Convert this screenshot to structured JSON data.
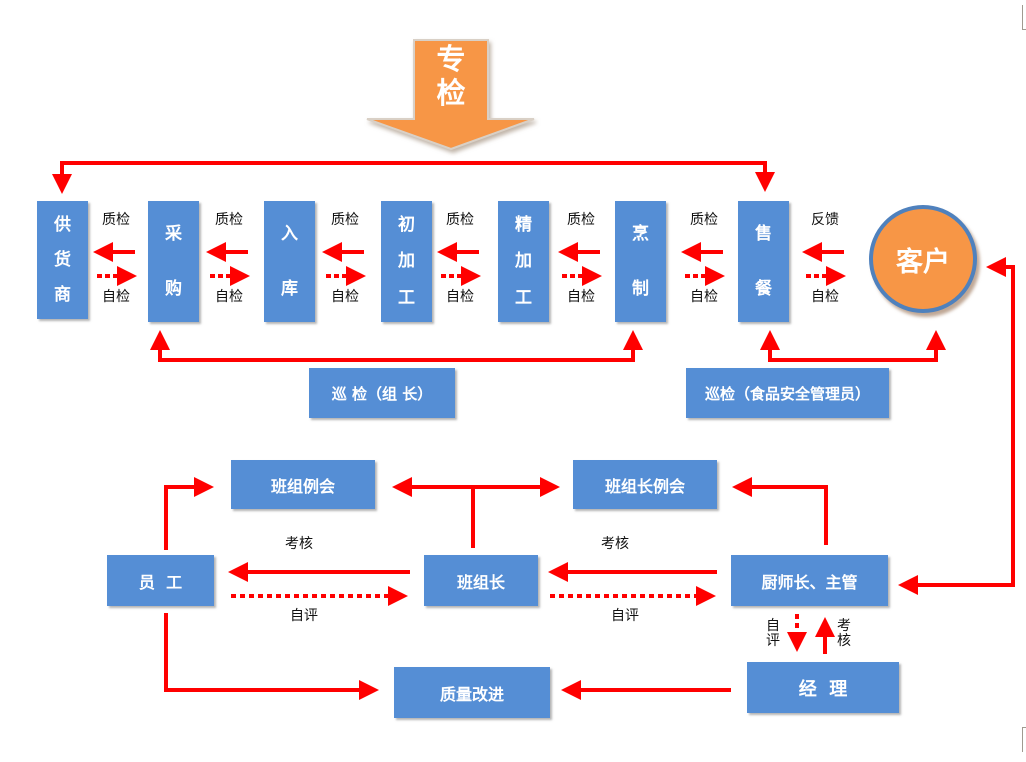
{
  "colors": {
    "box_fill": "#558ed5",
    "arrow_red": "#ff0000",
    "orange": "#f79646",
    "circle_border": "#4f81bd"
  },
  "special_inspection": {
    "label_line1": "专",
    "label_line2": "检"
  },
  "process_chain": [
    {
      "id": "supplier",
      "chars": [
        "供",
        "货",
        "商"
      ]
    },
    {
      "id": "purchase",
      "chars": [
        "采",
        "购"
      ]
    },
    {
      "id": "storage",
      "chars": [
        "入",
        "库"
      ]
    },
    {
      "id": "rough-processing",
      "chars": [
        "初",
        "加",
        "工"
      ]
    },
    {
      "id": "fine-processing",
      "chars": [
        "精",
        "加",
        "工"
      ]
    },
    {
      "id": "cooking",
      "chars": [
        "烹",
        "制"
      ]
    },
    {
      "id": "serving",
      "chars": [
        "售",
        "餐"
      ]
    }
  ],
  "chain_links": [
    {
      "top": "质检",
      "bottom": "自检"
    },
    {
      "top": "质检",
      "bottom": "自检"
    },
    {
      "top": "质检",
      "bottom": "自检"
    },
    {
      "top": "质检",
      "bottom": "自检"
    },
    {
      "top": "质检",
      "bottom": "自检"
    },
    {
      "top": "质检",
      "bottom": "自检"
    },
    {
      "top": "反馈",
      "bottom": "自检"
    }
  ],
  "customer": {
    "label": "客户"
  },
  "patrol": {
    "team_leader": "巡 检（组 长）",
    "food_safety": "巡检（食品安全管理员）"
  },
  "management": {
    "team_meeting": "班组例会",
    "leader_meeting": "班组长例会",
    "staff": "员  工",
    "team_leader": "班组长",
    "chef": "厨师长、主管",
    "manager": "经  理",
    "quality_improvement": "质量改进",
    "assess_1": "考核",
    "assess_2": "考核",
    "self_eval_1": "自评",
    "self_eval_2": "自评",
    "vert_self_eval": [
      "自",
      "评"
    ],
    "vert_assess": [
      "考",
      "核"
    ]
  }
}
